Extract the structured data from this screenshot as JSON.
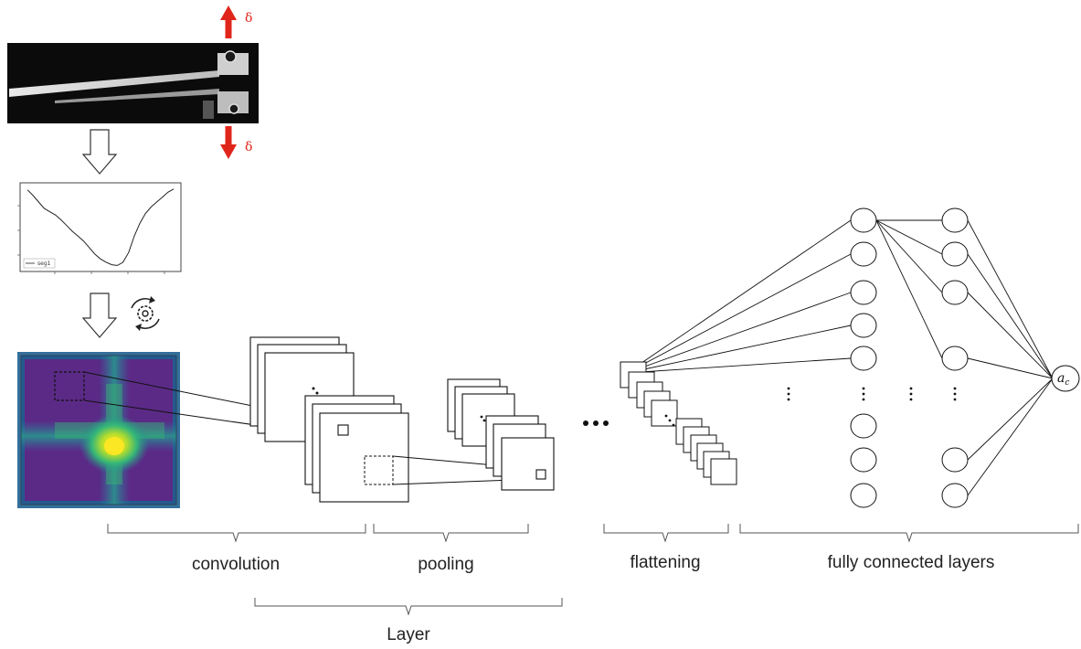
{
  "labels": {
    "convolution": "convolution",
    "pooling": "pooling",
    "flattening": "flattening",
    "fully_connected": "fully connected layers",
    "layer": "Layer",
    "delta": "δ",
    "plot_legend": "seg1",
    "output_main": "a",
    "output_sub": "c"
  },
  "icons": {
    "load_arrow": "arrow-up-down-red",
    "flow_arrow": "hollow-down-arrow",
    "transform": "rotating-gear-icon"
  },
  "colors": {
    "load_arrow": "#e0261b",
    "heatmap_background": "#5b2a86",
    "heatmap_band": "#1f6e9c",
    "heatmap_center": "#f2e51a",
    "line": "#111111"
  },
  "chart_data": {
    "type": "line",
    "title": "",
    "xlabel": "",
    "ylabel": "",
    "series": [
      {
        "name": "seg1",
        "values": [
          0.97,
          0.9,
          0.82,
          0.74,
          0.7,
          0.66,
          0.6,
          0.53,
          0.46,
          0.4,
          0.34,
          0.26,
          0.18,
          0.12,
          0.08,
          0.05,
          0.04,
          0.08,
          0.2,
          0.4,
          0.56,
          0.68,
          0.76,
          0.82,
          0.88,
          0.94,
          0.98
        ]
      }
    ]
  }
}
